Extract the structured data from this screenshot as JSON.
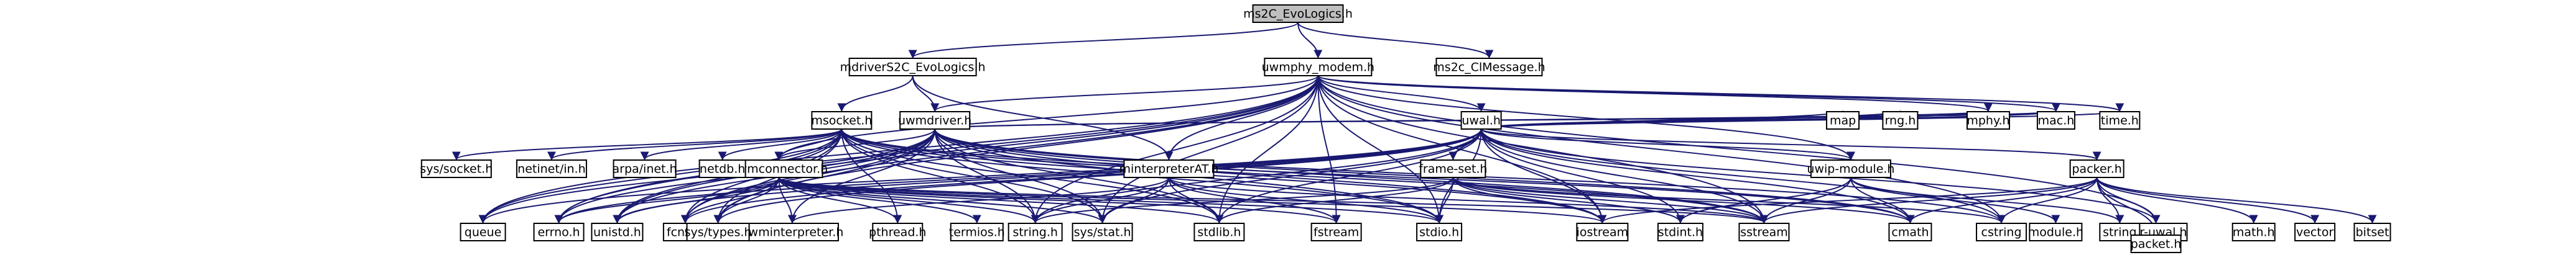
{
  "nodes": {
    "ms2c": {
      "label": "ms2C_EvoLogics.h",
      "kind": "root"
    },
    "mdriver": {
      "label": "mdriverS2C_EvoLogics.h",
      "kind": "linked"
    },
    "uwmphy": {
      "label": "uwmphy_modem.h",
      "kind": "linked"
    },
    "clmessage": {
      "label": "ms2c_ClMessage.h",
      "kind": "leaf"
    },
    "msocket": {
      "label": "msocket.h",
      "kind": "linked"
    },
    "uwmdriver": {
      "label": "uwmdriver.h",
      "kind": "linked"
    },
    "minterpreter": {
      "label": "minterpreterAT.h",
      "kind": "linked"
    },
    "uwal": {
      "label": "uwal.h",
      "kind": "linked"
    },
    "uwmconnector": {
      "label": "uwmconnector.h",
      "kind": "linked"
    },
    "frameset": {
      "label": "frame-set.h",
      "kind": "linked"
    },
    "uwipmodule": {
      "label": "uwip-module.h",
      "kind": "linked"
    },
    "packer": {
      "label": "packer.h",
      "kind": "linked"
    },
    "uwminterpreter": {
      "label": "uwminterpreter.h",
      "kind": "linked"
    },
    "hdruwal": {
      "label": "hdr-uwal.h",
      "kind": "linked"
    },
    "sys_socket": {
      "label": "sys/socket.h",
      "kind": "leaf"
    },
    "netinet": {
      "label": "netinet/in.h",
      "kind": "leaf"
    },
    "arpa": {
      "label": "arpa/inet.h",
      "kind": "leaf"
    },
    "netdb": {
      "label": "netdb.h",
      "kind": "leaf"
    },
    "queue": {
      "label": "queue",
      "kind": "leaf"
    },
    "errno": {
      "label": "errno.h",
      "kind": "leaf"
    },
    "unistd": {
      "label": "unistd.h",
      "kind": "leaf"
    },
    "fcntl": {
      "label": "fcntl.h",
      "kind": "leaf"
    },
    "systypes": {
      "label": "sys/types.h",
      "kind": "leaf"
    },
    "pthread": {
      "label": "pthread.h",
      "kind": "leaf"
    },
    "termios": {
      "label": "termios.h",
      "kind": "leaf"
    },
    "stringh": {
      "label": "string.h",
      "kind": "leaf"
    },
    "sysstat": {
      "label": "sys/stat.h",
      "kind": "leaf"
    },
    "stdlib": {
      "label": "stdlib.h",
      "kind": "leaf"
    },
    "fstream": {
      "label": "fstream",
      "kind": "leaf"
    },
    "stdio": {
      "label": "stdio.h",
      "kind": "leaf"
    },
    "iostream": {
      "label": "iostream",
      "kind": "leaf"
    },
    "stdint": {
      "label": "stdint.h",
      "kind": "leaf"
    },
    "sstream": {
      "label": "sstream",
      "kind": "leaf"
    },
    "cmath": {
      "label": "cmath",
      "kind": "leaf"
    },
    "cstring": {
      "label": "cstring",
      "kind": "leaf"
    },
    "map": {
      "label": "map",
      "kind": "leaf"
    },
    "rngh": {
      "label": "rng.h",
      "kind": "leaf"
    },
    "mphy": {
      "label": "mphy.h",
      "kind": "leaf"
    },
    "mac": {
      "label": "mac.h",
      "kind": "leaf"
    },
    "time": {
      "label": "time.h",
      "kind": "leaf"
    },
    "module": {
      "label": "module.h",
      "kind": "leaf"
    },
    "string": {
      "label": "string",
      "kind": "leaf"
    },
    "math": {
      "label": "math.h",
      "kind": "leaf"
    },
    "vector": {
      "label": "vector",
      "kind": "leaf"
    },
    "bitset": {
      "label": "bitset",
      "kind": "leaf"
    },
    "packeth": {
      "label": "packet.h",
      "kind": "leaf"
    }
  },
  "edges": [
    [
      "ms2c",
      "mdriver"
    ],
    [
      "ms2c",
      "uwmphy"
    ],
    [
      "ms2c",
      "clmessage"
    ],
    [
      "mdriver",
      "msocket"
    ],
    [
      "mdriver",
      "uwmdriver"
    ],
    [
      "mdriver",
      "minterpreter"
    ],
    [
      "uwmphy",
      "uwmdriver"
    ],
    [
      "uwmphy",
      "uwal"
    ],
    [
      "uwmphy",
      "uwmconnector"
    ],
    [
      "uwmphy",
      "minterpreter"
    ],
    [
      "uwmphy",
      "stringh"
    ],
    [
      "uwmphy",
      "errno"
    ],
    [
      "uwmphy",
      "fcntl"
    ],
    [
      "uwmphy",
      "systypes"
    ],
    [
      "uwmphy",
      "sysstat"
    ],
    [
      "uwmphy",
      "stdlib"
    ],
    [
      "uwmphy",
      "fstream"
    ],
    [
      "uwmphy",
      "stdio"
    ],
    [
      "uwmphy",
      "iostream"
    ],
    [
      "uwmphy",
      "sstream"
    ],
    [
      "uwmphy",
      "cstring"
    ],
    [
      "uwmphy",
      "mphy"
    ],
    [
      "uwmphy",
      "mac"
    ],
    [
      "uwmphy",
      "time"
    ],
    [
      "uwmphy",
      "uwipmodule"
    ],
    [
      "uwmphy",
      "hdruwal"
    ],
    [
      "uwmphy",
      "queue"
    ],
    [
      "uwmphy",
      "unistd"
    ],
    [
      "msocket",
      "sys_socket"
    ],
    [
      "msocket",
      "netinet"
    ],
    [
      "msocket",
      "arpa"
    ],
    [
      "msocket",
      "netdb"
    ],
    [
      "msocket",
      "queue"
    ],
    [
      "msocket",
      "errno"
    ],
    [
      "msocket",
      "unistd"
    ],
    [
      "msocket",
      "fcntl"
    ],
    [
      "msocket",
      "systypes"
    ],
    [
      "msocket",
      "stringh"
    ],
    [
      "msocket",
      "sysstat"
    ],
    [
      "msocket",
      "stdlib"
    ],
    [
      "msocket",
      "stdio"
    ],
    [
      "msocket",
      "iostream"
    ],
    [
      "msocket",
      "sstream"
    ],
    [
      "msocket",
      "uwmconnector"
    ],
    [
      "msocket",
      "pthread"
    ],
    [
      "msocket",
      "cmath"
    ],
    [
      "uwmdriver",
      "uwmconnector"
    ],
    [
      "uwmdriver",
      "uwminterpreter"
    ],
    [
      "uwmdriver",
      "queue"
    ],
    [
      "uwmdriver",
      "errno"
    ],
    [
      "uwmdriver",
      "unistd"
    ],
    [
      "uwmdriver",
      "fcntl"
    ],
    [
      "uwmdriver",
      "systypes"
    ],
    [
      "uwmdriver",
      "stringh"
    ],
    [
      "uwmdriver",
      "sysstat"
    ],
    [
      "uwmdriver",
      "stdlib"
    ],
    [
      "uwmdriver",
      "stdio"
    ],
    [
      "uwmdriver",
      "iostream"
    ],
    [
      "uwmdriver",
      "sstream"
    ],
    [
      "uwmdriver",
      "cmath"
    ],
    [
      "uwmdriver",
      "cstring"
    ],
    [
      "uwmdriver",
      "mphy"
    ],
    [
      "uwmdriver",
      "mac"
    ],
    [
      "minterpreter",
      "uwminterpreter"
    ],
    [
      "minterpreter",
      "stringh"
    ],
    [
      "minterpreter",
      "sysstat"
    ],
    [
      "minterpreter",
      "stdlib"
    ],
    [
      "minterpreter",
      "fstream"
    ],
    [
      "minterpreter",
      "stdio"
    ],
    [
      "minterpreter",
      "sstream"
    ],
    [
      "uwal",
      "frameset"
    ],
    [
      "uwal",
      "uwipmodule"
    ],
    [
      "uwal",
      "packer"
    ],
    [
      "uwal",
      "hdruwal"
    ],
    [
      "uwal",
      "map"
    ],
    [
      "uwal",
      "rngh"
    ],
    [
      "uwal",
      "mphy"
    ],
    [
      "uwal",
      "mac"
    ],
    [
      "uwal",
      "time"
    ],
    [
      "uwal",
      "queue"
    ],
    [
      "uwal",
      "errno"
    ],
    [
      "uwal",
      "unistd"
    ],
    [
      "uwal",
      "fcntl"
    ],
    [
      "uwal",
      "systypes"
    ],
    [
      "uwal",
      "stringh"
    ],
    [
      "uwal",
      "sysstat"
    ],
    [
      "uwal",
      "stdlib"
    ],
    [
      "uwal",
      "stdio"
    ],
    [
      "uwal",
      "iostream"
    ],
    [
      "uwal",
      "stdint"
    ],
    [
      "uwal",
      "sstream"
    ],
    [
      "uwal",
      "cmath"
    ],
    [
      "uwal",
      "cstring"
    ],
    [
      "uwmconnector",
      "errno"
    ],
    [
      "uwmconnector",
      "unistd"
    ],
    [
      "uwmconnector",
      "fcntl"
    ],
    [
      "uwmconnector",
      "systypes"
    ],
    [
      "uwmconnector",
      "uwminterpreter"
    ],
    [
      "uwmconnector",
      "pthread"
    ],
    [
      "uwmconnector",
      "termios"
    ],
    [
      "uwmconnector",
      "stringh"
    ],
    [
      "uwmconnector",
      "sysstat"
    ],
    [
      "uwmconnector",
      "stdlib"
    ],
    [
      "uwmconnector",
      "fstream"
    ],
    [
      "uwmconnector",
      "stdio"
    ],
    [
      "uwmconnector",
      "iostream"
    ],
    [
      "uwmconnector",
      "sstream"
    ],
    [
      "frameset",
      "stringh"
    ],
    [
      "frameset",
      "stdlib"
    ],
    [
      "frameset",
      "stdio"
    ],
    [
      "frameset",
      "iostream"
    ],
    [
      "frameset",
      "stdint"
    ],
    [
      "frameset",
      "sstream"
    ],
    [
      "frameset",
      "cmath"
    ],
    [
      "frameset",
      "cstring"
    ],
    [
      "uwipmodule",
      "module"
    ],
    [
      "uwipmodule",
      "string"
    ],
    [
      "uwipmodule",
      "sstream"
    ],
    [
      "uwipmodule",
      "cmath"
    ],
    [
      "uwipmodule",
      "stdint"
    ],
    [
      "packer",
      "packeth"
    ],
    [
      "packer",
      "hdruwal"
    ],
    [
      "packer",
      "vector"
    ],
    [
      "packer",
      "bitset"
    ],
    [
      "packer",
      "math"
    ],
    [
      "packer",
      "string"
    ],
    [
      "packer",
      "cstring"
    ],
    [
      "packer",
      "sstream"
    ],
    [
      "packer",
      "iostream"
    ],
    [
      "packer",
      "cmath"
    ],
    [
      "hdruwal",
      "packeth"
    ]
  ],
  "colors": {
    "root_fill": "#bfbfbf",
    "linked_fill": "#ffffff",
    "leaf_fill": "#ffffff",
    "leaf_stroke": "#bfbfbf",
    "edge": "#191970"
  }
}
